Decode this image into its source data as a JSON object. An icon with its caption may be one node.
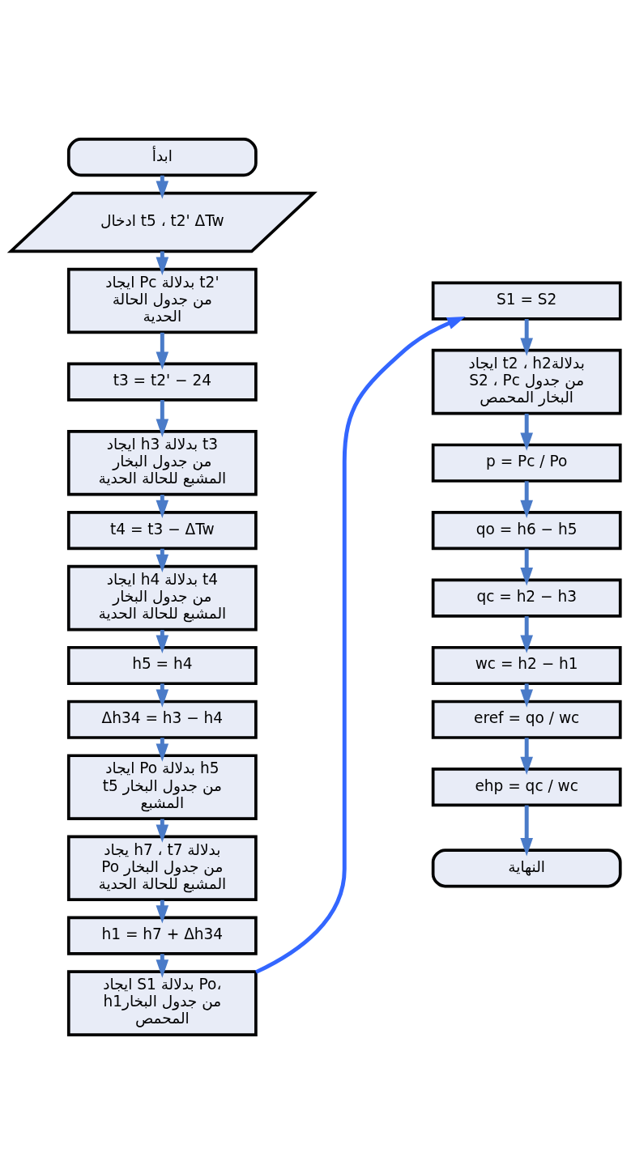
{
  "diagram": {
    "nodes": [
      {
        "text": [
          "ابدأ"
        ]
      },
      {
        "text": [
          "ادخال t5 ، t2' ΔTw"
        ]
      },
      {
        "text": [
          "ايجاد Pc بدلالة t2' من جدول الحالة الحدية"
        ]
      },
      {
        "text": [
          "t3 = t2' − 24"
        ]
      },
      {
        "text": [
          "ايجاد h3 بدلالة t3 من جدول البخار المشبع للحالة الحدية"
        ]
      },
      {
        "text": [
          "t4 = t3 − ΔTw"
        ]
      },
      {
        "text": [
          "ايجاد h4 بدلالة t4 من جدول البخار المشبع للحالة الحدية"
        ]
      },
      {
        "text": [
          "h5 = h4"
        ]
      },
      {
        "text": [
          "Δh34 = h3 − h4"
        ]
      },
      {
        "text": [
          "ايجاد Po بدلالة h5 t5 من جدول البخار المشبع"
        ]
      },
      {
        "text": [
          "يجاد h7 ، t7 بدلالة Po من جدول البخار المشبع للحالة الحدية"
        ]
      },
      {
        "text": [
          "h1 = h7 + Δh34"
        ]
      },
      {
        "text": [
          "ايجاد S1 بدلالة Po، h1من جدول البخار المحمص"
        ]
      },
      {
        "text": [
          "S1 = S2"
        ]
      },
      {
        "text": [
          "ايجاد t2 ، h2بدلالة S2 ، Pc من جدول البخار المحمص"
        ]
      },
      {
        "text": [
          "p = Pc / Po"
        ]
      },
      {
        "text": [
          "qo = h6 − h5"
        ]
      },
      {
        "text": [
          "qc = h2 − h3"
        ]
      },
      {
        "text": [
          "wc = h2 − h1"
        ]
      },
      {
        "text": [
          "eref = qo / wc"
        ]
      },
      {
        "text": [
          "ehp = qc / wc"
        ]
      },
      {
        "text": [
          "النهاية"
        ]
      }
    ],
    "edges": [
      {
        "from": 0,
        "to": 1,
        "arrow": "to"
      },
      {
        "from": 1,
        "to": 2,
        "arrow": "to"
      },
      {
        "from": 2,
        "to": 3,
        "arrow": "to"
      },
      {
        "from": 3,
        "to": 4,
        "arrow": "to"
      },
      {
        "from": 4,
        "to": 5,
        "arrow": "to"
      },
      {
        "from": 5,
        "to": 6,
        "arrow": "to"
      },
      {
        "from": 6,
        "to": 7,
        "arrow": "to"
      },
      {
        "from": 7,
        "to": 8,
        "arrow": "to"
      },
      {
        "from": 8,
        "to": 9,
        "arrow": "to"
      },
      {
        "from": 9,
        "to": 10,
        "arrow": "to"
      },
      {
        "from": 10,
        "to": 11,
        "arrow": "to"
      },
      {
        "from": 11,
        "to": 12,
        "arrow": "to"
      },
      {
        "from": 12,
        "to": 13,
        "arrow": "to",
        "color": "#3366ff"
      },
      {
        "from": 13,
        "to": 14,
        "arrow": "to"
      },
      {
        "from": 14,
        "to": 15,
        "arrow": "to"
      },
      {
        "from": 15,
        "to": 16,
        "arrow": "to"
      },
      {
        "from": 16,
        "to": 17,
        "arrow": "to"
      },
      {
        "from": 17,
        "to": 18,
        "arrow": "to"
      },
      {
        "from": 18,
        "to": 19,
        "arrow": "to"
      },
      {
        "from": 19,
        "to": 20,
        "arrow": "to"
      },
      {
        "from": 20,
        "to": 21,
        "arrow": "to"
      }
    ]
  }
}
